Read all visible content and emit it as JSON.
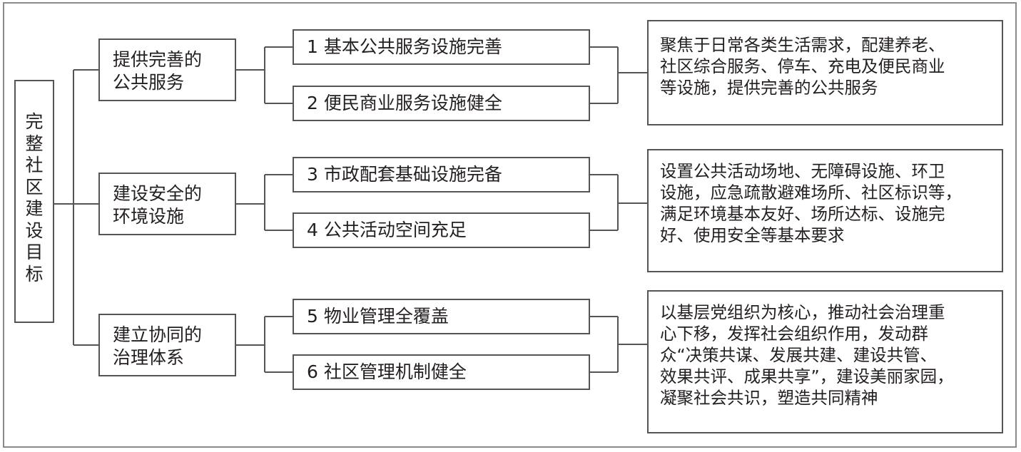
{
  "root": {
    "label_chars": [
      "完",
      "整",
      "社",
      "区",
      "建",
      "设",
      "目",
      "标"
    ]
  },
  "categories": [
    {
      "line1": "提供完善的",
      "line2": "公共服务"
    },
    {
      "line1": "建设安全的",
      "line2": "环境设施"
    },
    {
      "line1": "建立协同的",
      "line2": "治理体系"
    }
  ],
  "items": [
    {
      "number": "1",
      "label": "基本公共服务设施完善"
    },
    {
      "number": "2",
      "label": "便民商业服务设施健全"
    },
    {
      "number": "3",
      "label": "市政配套基础设施完备"
    },
    {
      "number": "4",
      "label": "公共活动空间充足"
    },
    {
      "number": "5",
      "label": "物业管理全覆盖"
    },
    {
      "number": "6",
      "label": "社区管理机制健全"
    }
  ],
  "descriptions": [
    {
      "lines": [
        "聚焦于日常各类生活需求，配建养老、",
        "社区综合服务、停车、充电及便民商业",
        "等设施，提供完善的公共服务"
      ]
    },
    {
      "lines": [
        "设置公共活动场地、无障碍设施、环卫",
        "设施，应急疏散避难场所、社区标识等，",
        "满足环境基本友好、场所达标、设施完",
        "好、使用安全等基本要求"
      ]
    },
    {
      "lines": [
        "以基层党组织为核心，推动社会治理重",
        "心下移，发挥社会组织作用，发动群",
        "众“决策共谋、发展共建、建设共管、",
        "效果共评、成果共享”，建设美丽家园，",
        "凝聚社会共识，塑造共同精神"
      ]
    }
  ]
}
